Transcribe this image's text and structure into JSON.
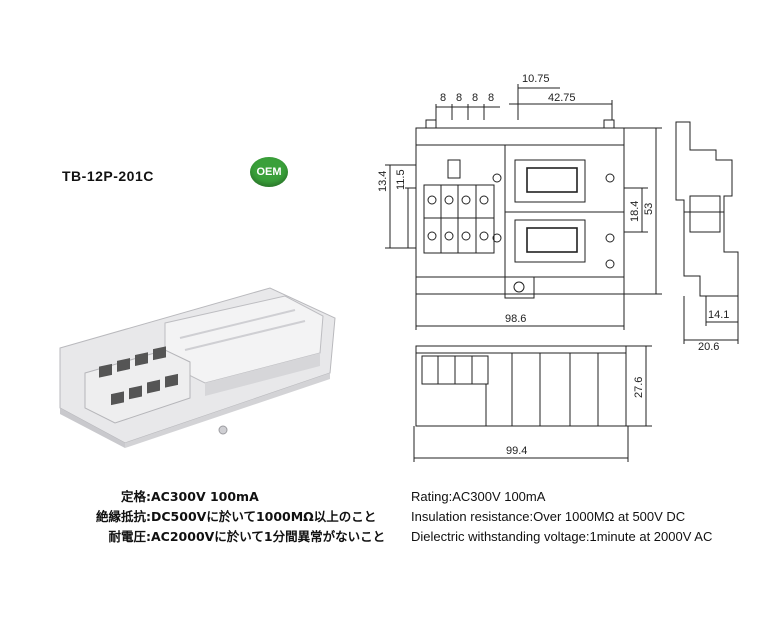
{
  "product": {
    "model": "TB-12P-201C",
    "badge_text": "OEM",
    "badge_color": "#3aa03a"
  },
  "specs_jp": [
    {
      "label": "定格",
      "sep": ":",
      "value": "AC300V 100mA"
    },
    {
      "label": "絶縁抵抗",
      "sep": ":",
      "value": "DC500Vに於いて1000MΩ以上のこと"
    },
    {
      "label": "耐電圧",
      "sep": ":",
      "value": "AC2000Vに於いて1分間異常がないこと"
    }
  ],
  "specs_en": [
    "Rating:AC300V  100mA",
    "Insulation resistance:Over 1000MΩ at 500V DC",
    "Dielectric withstanding voltage:1minute at 2000V AC"
  ],
  "dimensions": {
    "top_offset": "10.75",
    "top_span": "42.75",
    "pitch": "8",
    "left_outer": "13.4",
    "left_inner": "11.5",
    "right_inner": "18.4",
    "right_outer": "53",
    "bottom_width": "98.6",
    "side_inner": "14.1",
    "side_outer": "20.6",
    "bottom_height": "27.6",
    "bottom_length": "99.4"
  }
}
